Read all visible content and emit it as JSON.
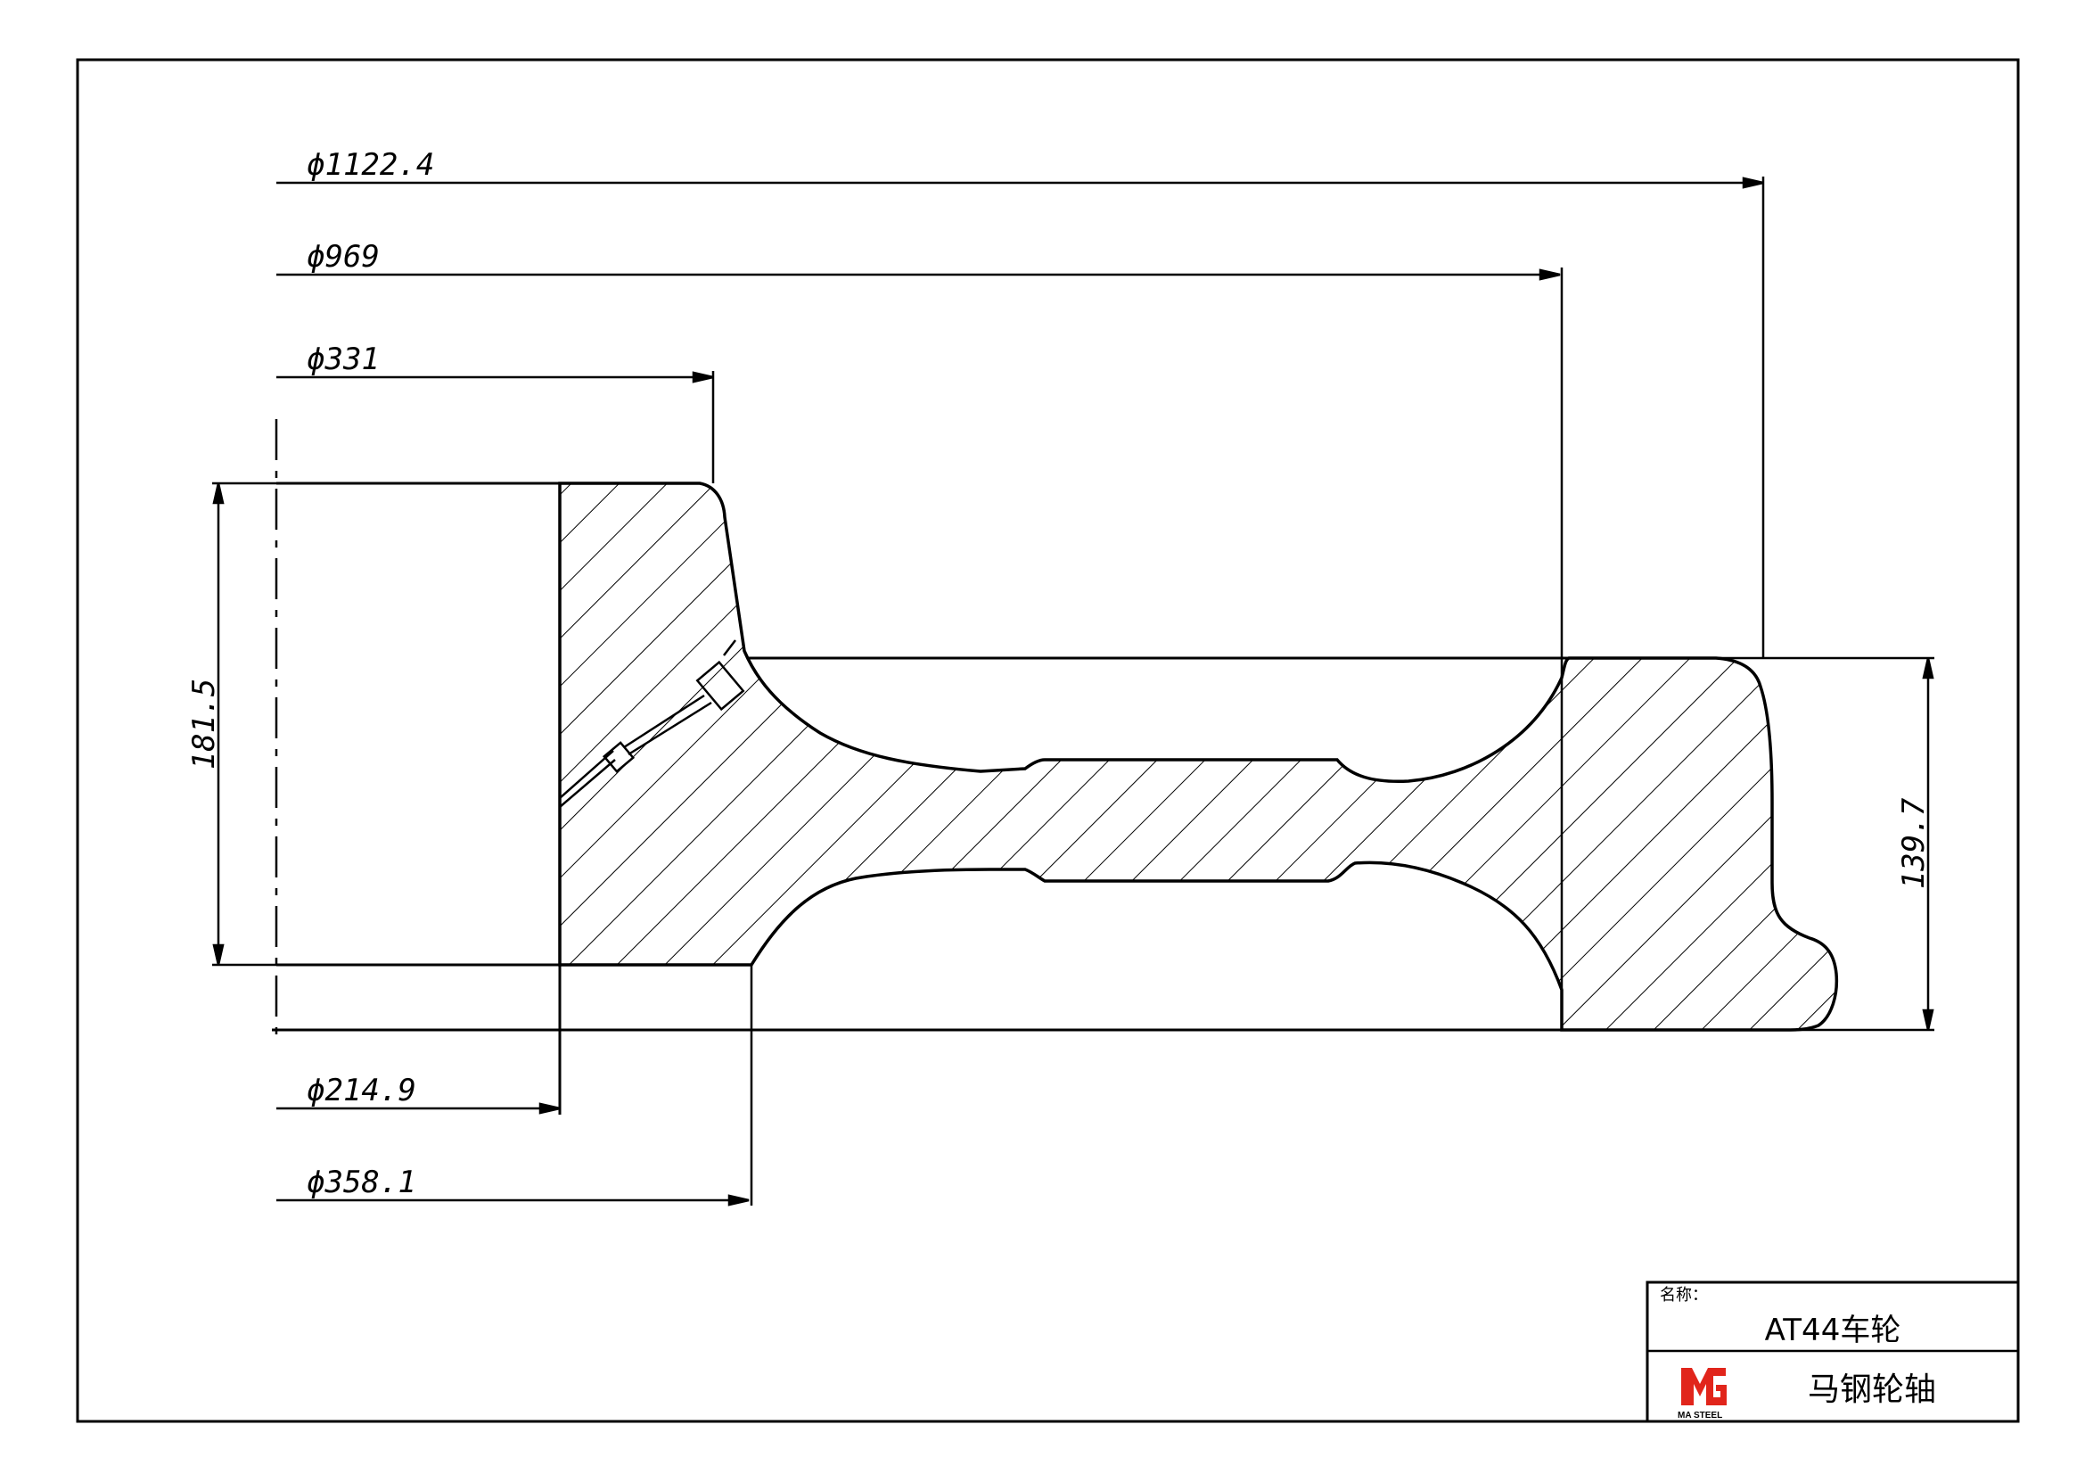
{
  "dimensions": {
    "d_1122": "ϕ1122.4",
    "d_969": "ϕ969",
    "d_331": "ϕ331",
    "d_214": "ϕ214.9",
    "d_358": "ϕ358.1",
    "hub_length": "181.5",
    "rim_width": "139.7"
  },
  "title_block": {
    "name_label": "名称：",
    "name_value": "AT44车轮",
    "company": "马钢轮轴",
    "logo_text": "MA STEEL",
    "logo_color": "#e1251b"
  }
}
